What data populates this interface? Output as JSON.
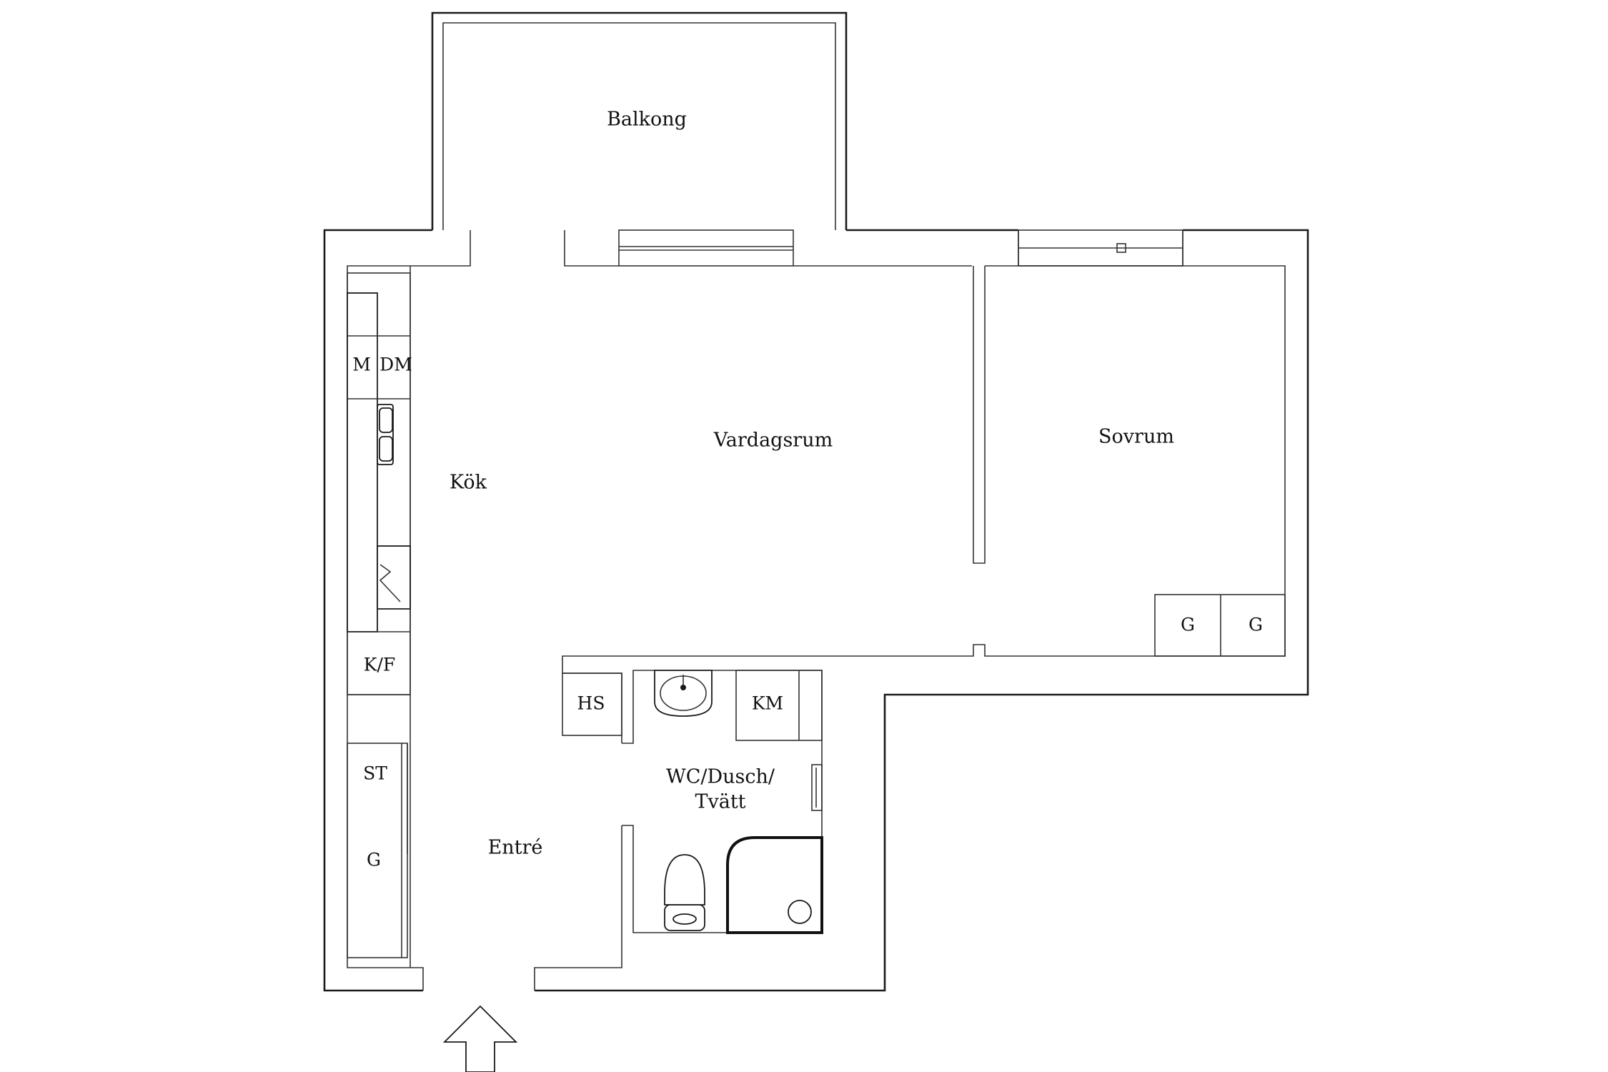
{
  "rooms": {
    "balkong": "Balkong",
    "vardagsrum": "Vardagsrum",
    "sovrum": "Sovrum",
    "kok": "Kök",
    "entre": "Entré",
    "wc_line1": "WC/Dusch/",
    "wc_line2": "Tvätt"
  },
  "fixtures": {
    "microwave": "M",
    "dishwasher": "DM",
    "fridge_freezer": "K/F",
    "storage": "ST",
    "wardrobe_hall": "G",
    "wardrobe_1": "G",
    "wardrobe_2": "G",
    "hat_shelf": "HS",
    "washing_machine": "KM"
  },
  "icons": {
    "entrance": "entrance-arrow-icon",
    "sink": "sink-icon",
    "toilet": "toilet-icon",
    "shower": "shower-icon",
    "stove": "stove-icon",
    "kitchen_sink": "kitchen-sink-icon"
  },
  "colors": {
    "line": "#1a1a1a",
    "background": "#ffffff"
  }
}
